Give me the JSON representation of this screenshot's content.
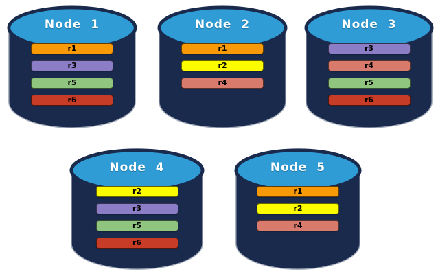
{
  "colors": {
    "background": "#FFFFFF",
    "cylinder_body": "#1A2A4D",
    "cylinder_top": "#2F9CD6",
    "cylinder_outline": "#9FA8B8",
    "node_label_text": "#FFFFFF",
    "bar_text": "#000000"
  },
  "nodes": [
    {
      "label": "Node  1",
      "bars": [
        {
          "label": "r1",
          "color": "#F89A08"
        },
        {
          "label": "r3",
          "color": "#8B7EC6"
        },
        {
          "label": "r5",
          "color": "#8FC57F"
        },
        {
          "label": "r6",
          "color": "#C63C26"
        }
      ]
    },
    {
      "label": "Node  2",
      "bars": [
        {
          "label": "r1",
          "color": "#F89A08"
        },
        {
          "label": "r2",
          "color": "#FCFC00"
        },
        {
          "label": "r4",
          "color": "#D97B6C"
        }
      ]
    },
    {
      "label": "Node  3",
      "bars": [
        {
          "label": "r3",
          "color": "#8B7EC6"
        },
        {
          "label": "r4",
          "color": "#D97B6C"
        },
        {
          "label": "r5",
          "color": "#8FC57F"
        },
        {
          "label": "r6",
          "color": "#C63C26"
        }
      ]
    },
    {
      "label": "Node  4",
      "bars": [
        {
          "label": "r2",
          "color": "#FCFC00"
        },
        {
          "label": "r3",
          "color": "#8B7EC6"
        },
        {
          "label": "r5",
          "color": "#8FC57F"
        },
        {
          "label": "r6",
          "color": "#C63C26"
        }
      ]
    },
    {
      "label": "Node  5",
      "bars": [
        {
          "label": "r1",
          "color": "#F89A08"
        },
        {
          "label": "r2",
          "color": "#FCFC00"
        },
        {
          "label": "r4",
          "color": "#D97B6C"
        }
      ]
    }
  ]
}
